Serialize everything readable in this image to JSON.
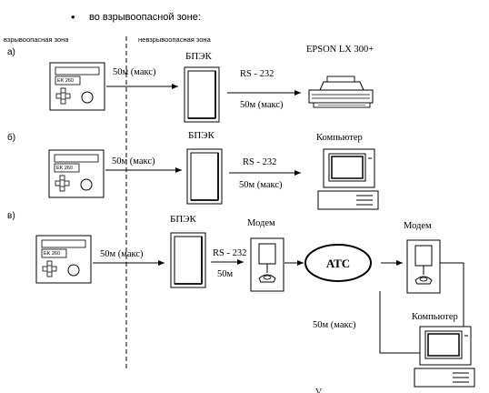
{
  "header": {
    "bullet": "•",
    "title": "во взрывоопасной зоне:"
  },
  "zones": {
    "hazardous": "взрывоопасная зона",
    "safe": "невзрывоопасная зона"
  },
  "rows": [
    {
      "letter": "а)",
      "device_label": "EK 260",
      "cable1": "50м (макс)",
      "unit_label": "БПЭК",
      "cable2_top": "RS - 232",
      "cable2_bottom": "50м (макс)",
      "end_label": "EPSON LX 300+",
      "end_icon": "printer-icon"
    },
    {
      "letter": "б)",
      "device_label": "EK 260",
      "cable1": "50м (макс)",
      "unit_label": "БПЭК",
      "cable2_top": "RS - 232",
      "cable2_bottom": "50м (макс)",
      "end_label": "Компьютер",
      "end_icon": "computer-icon"
    },
    {
      "letter": "в)",
      "device_label": "EK 260",
      "cable1": "50м (макс)",
      "unit_label": "БПЭК",
      "cable2_top": "RS - 232",
      "cable2_bottom": "50м",
      "modem1_label": "Модем",
      "exchange_label": "АТС",
      "modem2_label": "Модем",
      "cable3": "50м (макс)",
      "end_label": "Компьютер",
      "end_icon": "computer-icon"
    }
  ],
  "footer_fragment": "V"
}
